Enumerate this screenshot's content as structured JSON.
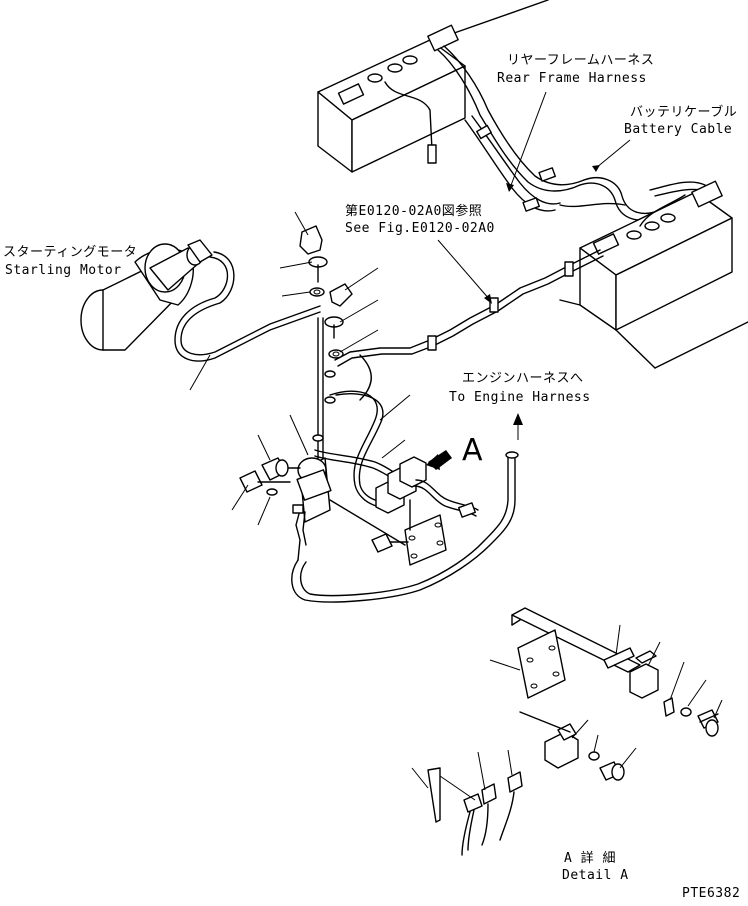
{
  "labels": {
    "rear_frame_jp": "リヤーフレームハーネス",
    "rear_frame_en": "Rear Frame Harness",
    "battery_cable_jp": "バッテリケーブル",
    "battery_cable_en": "Battery Cable",
    "see_fig_jp": "第E0120-02A0図参照",
    "see_fig_en": "See Fig.E0120-02A0",
    "starting_motor_jp": "スターティングモータ",
    "starting_motor_en": "Starling Motor",
    "engine_harness_jp": "エンジンハーネスへ",
    "engine_harness_en": "To Engine Harness",
    "view_marker": "A",
    "detail_jp": "A 詳 細",
    "detail_en": "Detail A",
    "figure_code": "PTE6382"
  }
}
